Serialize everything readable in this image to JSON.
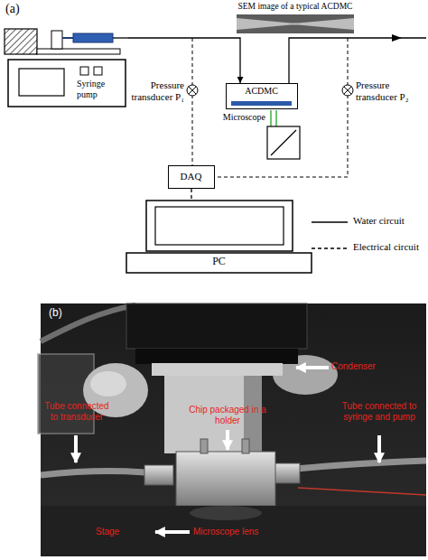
{
  "diagram": {
    "nodes": [
      {
        "text": [
          "Syringe pump"
        ]
      },
      {
        "text": [
          "ACDMC"
        ]
      },
      {
        "text": [
          "DAQ"
        ]
      },
      {
        "text": [
          "PC"
        ]
      }
    ],
    "edges": [
      {
        "from": 0,
        "to": 1,
        "arrow": "to"
      },
      {
        "from": 2,
        "to": 3,
        "arrow": "none"
      }
    ],
    "labels": [
      "(a)",
      "SEM image of a typical ACDMC",
      "Pressure transducer P₁",
      "Microscope",
      "Pressure transducer P₂",
      "(b)",
      "Condenser",
      "Tube connected to transducer",
      "Chip packaged in a holder",
      "Tube connected to syringe and pump",
      "Stage",
      "Microscope lens"
    ],
    "legend": [
      {
        "text": "Water circuit"
      },
      {
        "text": "Electrical circuit"
      }
    ]
  }
}
